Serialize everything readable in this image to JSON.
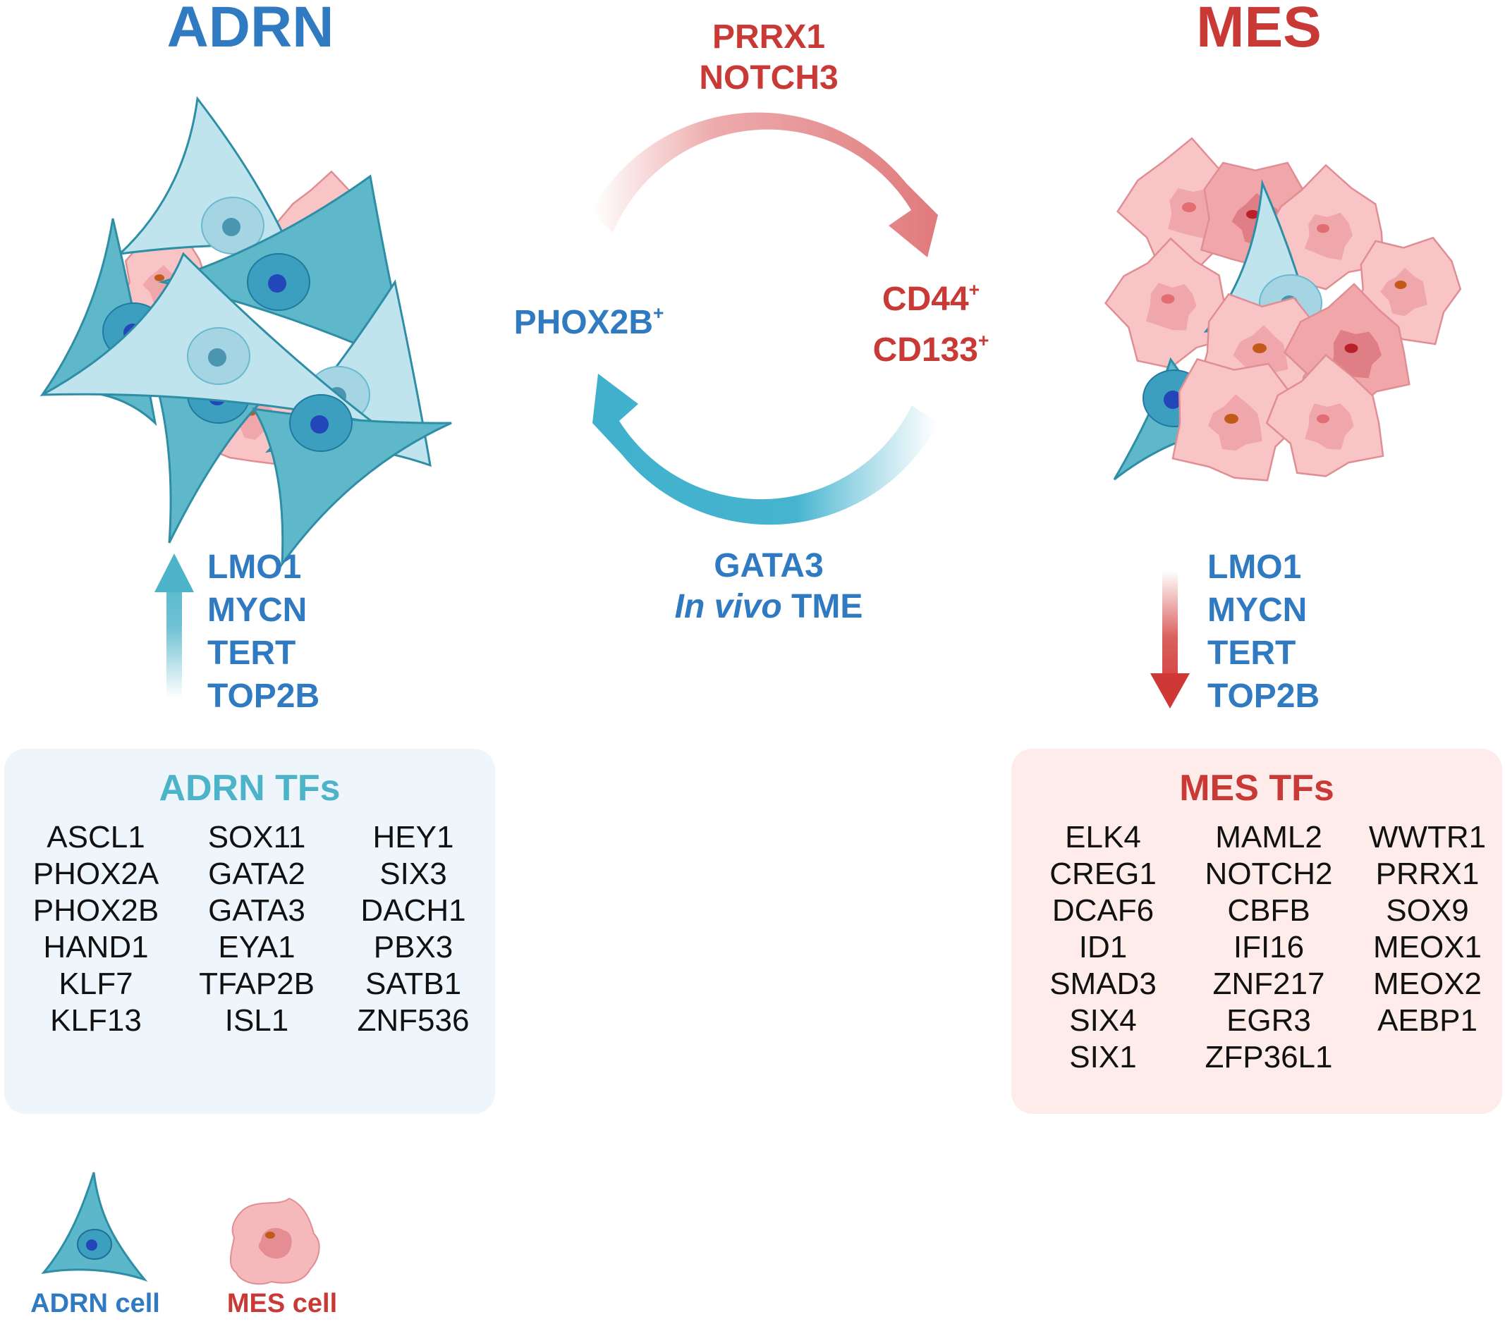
{
  "adrn": {
    "title": "ADRN",
    "genes": [
      "LMO1",
      "MYCN",
      "TERT",
      "TOP2B"
    ],
    "tf_title": "ADRN TFs",
    "tf_columns": [
      [
        "ASCL1",
        "PHOX2A",
        "PHOX2B",
        "HAND1",
        "KLF7",
        "KLF13"
      ],
      [
        "SOX11",
        "GATA2",
        "GATA3",
        "EYA1",
        "TFAP2B",
        "ISL1"
      ],
      [
        "HEY1",
        "SIX3",
        "DACH1",
        "PBX3",
        "SATB1",
        "ZNF536"
      ]
    ]
  },
  "mes": {
    "title": "MES",
    "genes": [
      "LMO1",
      "MYCN",
      "TERT",
      "TOP2B"
    ],
    "tf_title": "MES TFs",
    "tf_columns": [
      [
        "ELK4",
        "CREG1",
        "DCAF6",
        "ID1",
        "SMAD3",
        "SIX4",
        "SIX1"
      ],
      [
        "MAML2",
        "NOTCH2",
        "CBFB",
        "IFI16",
        "ZNF217",
        "EGR3",
        "ZFP36L1"
      ],
      [
        "WWTR1",
        "PRRX1",
        "SOX9",
        "MEOX1",
        "MEOX2",
        "AEBP1"
      ]
    ]
  },
  "cycle": {
    "top_labels": [
      "PRRX1",
      "NOTCH3"
    ],
    "right_labels": [
      {
        "text": "CD44",
        "sup": "+"
      },
      {
        "text": "CD133",
        "sup": "+"
      }
    ],
    "left_label": {
      "text": "PHOX2B",
      "sup": "+"
    },
    "bottom_line1": "GATA3",
    "bottom_line2_italic": "In vivo",
    "bottom_line2_rest": " TME"
  },
  "legend": {
    "adrn_cell": "ADRN cell",
    "mes_cell": "MES cell"
  },
  "colors": {
    "adrn_blue": "#2f7ac0",
    "adrn_teal": "#4cb3c9",
    "mes_red": "#c93a36",
    "mes_arrow": "#e17a7a",
    "adrn_box_bg": "#eef6fb",
    "mes_box_bg": "#fdecea"
  }
}
